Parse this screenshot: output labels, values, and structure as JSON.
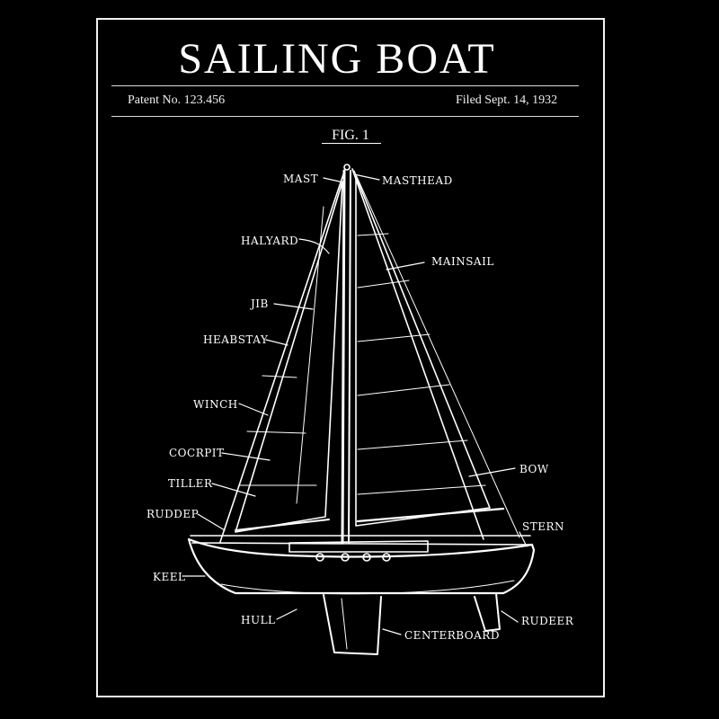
{
  "header": {
    "title": "SAILING BOAT",
    "patent": "Patent  No. 123.456",
    "filed": "Filed Sept. 14, 1932",
    "figure": "FIG. 1"
  },
  "labels": {
    "mast": "MAST",
    "masthead": "MASTHEAD",
    "halyard": "HALYARD",
    "mainsail": "MAINSAIL",
    "jib": "JIB",
    "headstay": "HEABSTAY",
    "winch": "WINCH",
    "cockpit": "COCRPIT",
    "tiller": "TILLER",
    "rudder": "RUDDEP",
    "bow": "BOW",
    "stern": "STERN",
    "keel": "KEEL",
    "hull": "HULL",
    "centerboard": "CENTERBOARD",
    "rudder2": "RUDEER"
  }
}
